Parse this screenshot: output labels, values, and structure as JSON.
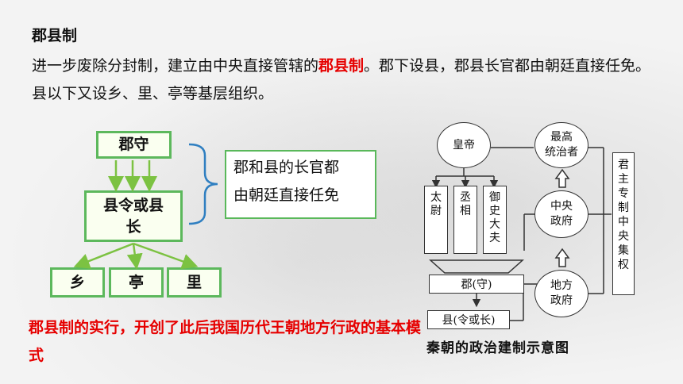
{
  "heading": "郡县制",
  "paragraph": {
    "before": "进一步废除分封制，建立由中央直接管辖的",
    "highlight": "郡县制",
    "after": "。郡下设县，郡县长官都由朝廷直接任免。县以下又设乡、里、亭等基层组织。"
  },
  "left_diagram": {
    "top": "郡守",
    "middle": "县令或县长",
    "bottom": [
      "乡",
      "亭",
      "里"
    ],
    "note": [
      "郡和县的长官都",
      "由朝廷直接任免"
    ]
  },
  "conclusion": "郡县制的实行，开创了此后我国历代王朝地方行政的基本模式",
  "right_diagram": {
    "emperor": "皇帝",
    "supreme": [
      "最高",
      "统治者"
    ],
    "central": [
      "中央",
      "政府"
    ],
    "local": [
      "地方",
      "政府"
    ],
    "ministers": [
      "太尉",
      "丞相",
      "御史大夫"
    ],
    "commandery": "郡(守)",
    "county": "县(令或长)",
    "side_label": "君主专制 中央集权",
    "caption": "秦朝的政治建制示意图"
  },
  "colors": {
    "accent_red": "#e60000",
    "box_green": "#5cb85c",
    "arrow_green": "#7cc242",
    "bracket_blue": "#2f7fc1"
  }
}
